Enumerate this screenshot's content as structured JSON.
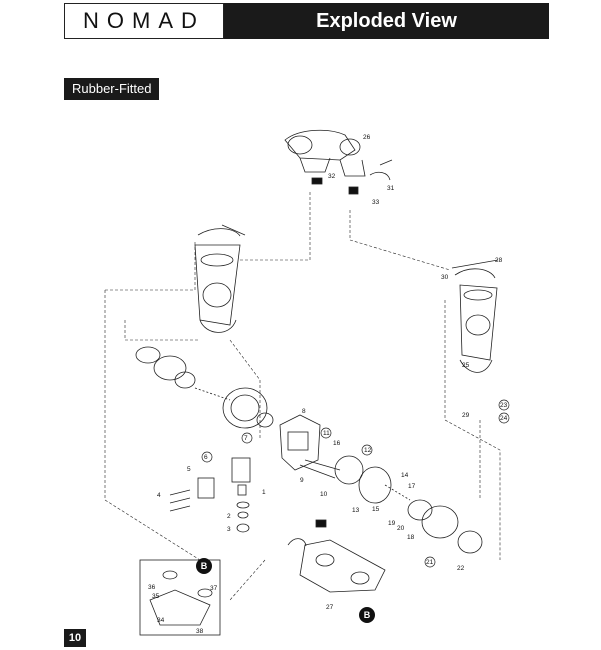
{
  "header": {
    "logo": "NOMAD",
    "title": "Exploded View"
  },
  "section_label": "Rubber-Fitted",
  "page_number": "10",
  "diagram": {
    "part_numbers": [
      "1",
      "2",
      "3",
      "4",
      "5",
      "6",
      "7",
      "8",
      "9",
      "10",
      "11",
      "12",
      "13",
      "14",
      "15",
      "16",
      "17",
      "18",
      "19",
      "20",
      "21",
      "22",
      "23",
      "24",
      "25",
      "26",
      "27",
      "28",
      "29",
      "30",
      "31",
      "32",
      "33",
      "34",
      "35",
      "36",
      "37",
      "38"
    ],
    "callout_letter": "B"
  }
}
